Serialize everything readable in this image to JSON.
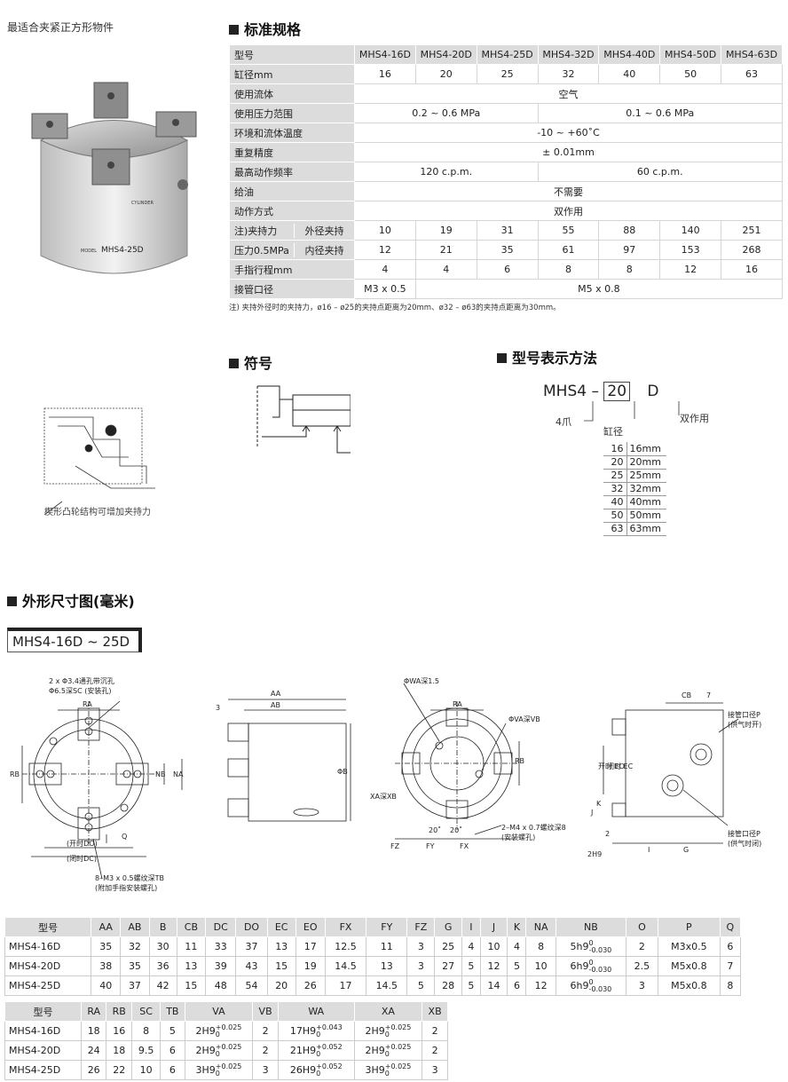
{
  "caption_top": "最适合夹紧正方形物件",
  "photo_labels": {
    "model": "MHS4-25D",
    "model_prefix": "MODEL",
    "brand": "CYLINDER"
  },
  "spec": {
    "title": "标准规格",
    "head_label": "型号",
    "models": [
      "MHS4-16D",
      "MHS4-20D",
      "MHS4-25D",
      "MHS4-32D",
      "MHS4-40D",
      "MHS4-50D",
      "MHS4-63D"
    ],
    "bore_label": "缸径mm",
    "bores": [
      "16",
      "20",
      "25",
      "32",
      "40",
      "50",
      "63"
    ],
    "fluid_label": "使用流体",
    "fluid": "空气",
    "pressure_label": "使用压力范围",
    "pressure_small": "0.2 ~ 0.6 MPa",
    "pressure_large": "0.1 ~ 0.6 MPa",
    "temp_label": "环境和流体温度",
    "temp": "-10 ~ +60˚C",
    "repeat_label": "重复精度",
    "repeat": "± 0.01mm",
    "freq_label": "最高动作频率",
    "freq_small": "120 c.p.m.",
    "freq_large": "60 c.p.m.",
    "lube_label": "给油",
    "lube": "不需要",
    "action_label": "动作方式",
    "action": "双作用",
    "force_label_1": "注)夹持力",
    "force_label_2": "压力0.5MPa",
    "outer_label": "外径夹持",
    "outer": [
      "10",
      "19",
      "31",
      "55",
      "88",
      "140",
      "251"
    ],
    "inner_label": "内径夹持",
    "inner": [
      "12",
      "21",
      "35",
      "61",
      "97",
      "153",
      "268"
    ],
    "stroke_label": "手指行程mm",
    "stroke": [
      "4",
      "4",
      "6",
      "8",
      "8",
      "12",
      "16"
    ],
    "port_label": "接管口径",
    "port_small": "M3 x 0.5",
    "port_large": "M5 x 0.8",
    "note": "注) 夹持外径时的夹持力，ø16 – ø25的夹持点距离为20mm、ø32 – ø63的夹持点距离为30mm。"
  },
  "symbol": {
    "title": "符号"
  },
  "cam_caption": "楔形凸轮结构可增加夹持力",
  "model_code": {
    "title": "型号表示方法",
    "prefix": "MHS4",
    "dash": "–",
    "bore": "20",
    "suffix": "D",
    "finger_note": "4爪",
    "bore_note": "缸径",
    "action_note": "双作用",
    "bores": [
      {
        "code": "16",
        "size": "16mm"
      },
      {
        "code": "20",
        "size": "20mm"
      },
      {
        "code": "25",
        "size": "25mm"
      },
      {
        "code": "32",
        "size": "32mm"
      },
      {
        "code": "40",
        "size": "40mm"
      },
      {
        "code": "50",
        "size": "50mm"
      },
      {
        "code": "63",
        "size": "63mm"
      }
    ]
  },
  "outline": {
    "title": "外形尺寸图(毫米)",
    "model_range": "MHS4-16D ~ 25D",
    "labels": {
      "hole": "2 x Φ3.4通孔带沉孔",
      "counterbore": "Φ6.5深SC (安装孔)",
      "ra": "RA",
      "rb": "RB",
      "nb": "NB",
      "na": "NA",
      "q": "Q",
      "do": "(开时DO)",
      "dc": "(闭时DC)",
      "tb": "8–M3 x 0.5螺纹深TB",
      "tb_note": "(附加手指安装螺孔)",
      "aa": "AA",
      "ab": "AB",
      "three": "3",
      "phib": "ΦB",
      "wa": "ΦWA深1.5",
      "va": "ΦVA深VB",
      "xa": "XA深XB",
      "deg1": "20˚",
      "deg2": "20˚",
      "m4": "2–M4 x 0.7螺纹深8",
      "m4_note": "(安装螺孔)",
      "fz": "FZ",
      "fy": "FY",
      "fx": "FX",
      "cb": "CB",
      "seven": "7",
      "port_p1": "接管口径P",
      "port_p1_note": "(供气时开)",
      "eo": "开时 EO",
      "ec": "闭时 EC",
      "k": "K",
      "j": "J",
      "two": "2",
      "i": "I",
      "g": "G",
      "port_p2": "接管口径P",
      "port_p2_note": "(供气时闭)",
      "h9": "2H9"
    }
  },
  "dim1": {
    "headers": [
      "型号",
      "AA",
      "AB",
      "B",
      "CB",
      "DC",
      "DO",
      "EC",
      "EO",
      "FX",
      "FY",
      "FZ",
      "G",
      "I",
      "J",
      "K",
      "NA",
      "NB",
      "O",
      "P",
      "Q"
    ],
    "rows": [
      {
        "model": "MHS4-16D",
        "cells": [
          "35",
          "32",
          "30",
          "11",
          "33",
          "37",
          "13",
          "17",
          "12.5",
          "11",
          "3",
          "25",
          "4",
          "10",
          "4",
          "8"
        ],
        "nb": "5h9",
        "nb_up": "0",
        "nb_low": "-0.030",
        "tail": [
          "2",
          "M3x0.5",
          "6"
        ]
      },
      {
        "model": "MHS4-20D",
        "cells": [
          "38",
          "35",
          "36",
          "13",
          "39",
          "43",
          "15",
          "19",
          "14.5",
          "13",
          "3",
          "27",
          "5",
          "12",
          "5",
          "10"
        ],
        "nb": "6h9",
        "nb_up": "0",
        "nb_low": "-0.030",
        "tail": [
          "2.5",
          "M5x0.8",
          "7"
        ]
      },
      {
        "model": "MHS4-25D",
        "cells": [
          "40",
          "37",
          "42",
          "15",
          "48",
          "54",
          "20",
          "26",
          "17",
          "14.5",
          "5",
          "28",
          "5",
          "14",
          "6",
          "12"
        ],
        "nb": "6h9",
        "nb_up": "0",
        "nb_low": "-0.030",
        "tail": [
          "3",
          "M5x0.8",
          "8"
        ]
      }
    ]
  },
  "dim2": {
    "headers": [
      "型号",
      "RA",
      "RB",
      "SC",
      "TB",
      "VA",
      "VB",
      "WA",
      "XA",
      "XB"
    ],
    "rows": [
      {
        "model": "MHS4-16D",
        "ra": "18",
        "rb": "16",
        "sc": "8",
        "tb": "5",
        "va": "2H9",
        "va_up": "+0.025",
        "va_low": "0",
        "vb": "2",
        "wa": "17H9",
        "wa_up": "+0.043",
        "wa_low": "0",
        "xa": "2H9",
        "xa_up": "+0.025",
        "xa_low": "0",
        "xb": "2"
      },
      {
        "model": "MHS4-20D",
        "ra": "24",
        "rb": "18",
        "sc": "9.5",
        "tb": "6",
        "va": "2H9",
        "va_up": "+0.025",
        "va_low": "0",
        "vb": "2",
        "wa": "21H9",
        "wa_up": "+0.052",
        "wa_low": "0",
        "xa": "2H9",
        "xa_up": "+0.025",
        "xa_low": "0",
        "xb": "2"
      },
      {
        "model": "MHS4-25D",
        "ra": "26",
        "rb": "22",
        "sc": "10",
        "tb": "6",
        "va": "3H9",
        "va_up": "+0.025",
        "va_low": "0",
        "vb": "3",
        "wa": "26H9",
        "wa_up": "+0.052",
        "wa_low": "0",
        "xa": "3H9",
        "xa_up": "+0.025",
        "xa_low": "0",
        "xb": "3"
      }
    ]
  }
}
